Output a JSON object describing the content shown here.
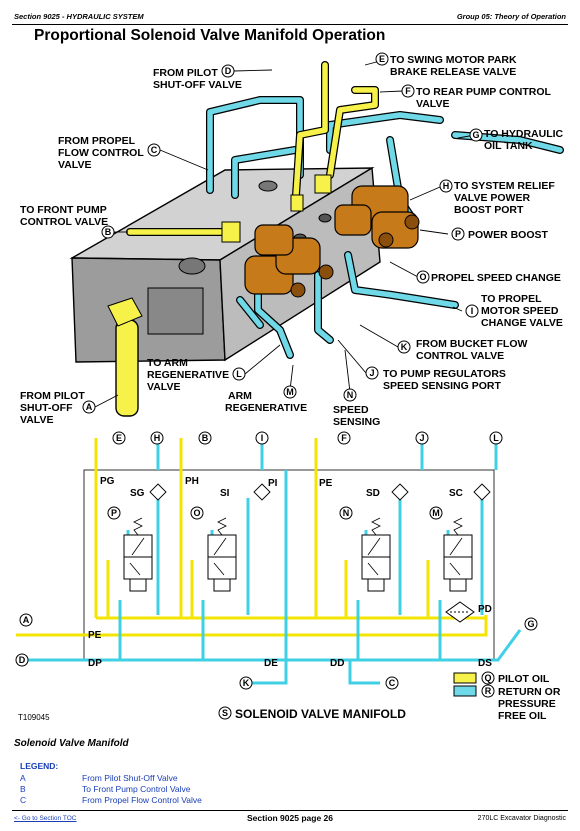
{
  "header": {
    "section": "Section 9025 - HYDRAULIC SYSTEM",
    "group": "Group 05: Theory of Operation"
  },
  "title": "Proportional Solenoid Valve Manifold Operation",
  "callouts": {
    "D": [
      "FROM PILOT",
      "SHUT-OFF VALVE"
    ],
    "E": [
      "TO SWING MOTOR PARK",
      "BRAKE RELEASE VALVE"
    ],
    "F": [
      "TO REAR PUMP CONTROL",
      "VALVE"
    ],
    "C": [
      "FROM PROPEL",
      "FLOW CONTROL",
      "VALVE"
    ],
    "G": [
      "TO HYDRAULIC",
      "OIL TANK"
    ],
    "H": [
      "TO SYSTEM RELIEF",
      "VALVE POWER",
      "BOOST PORT"
    ],
    "B": [
      "TO FRONT PUMP",
      "CONTROL VALVE"
    ],
    "P": [
      "POWER BOOST"
    ],
    "O": [
      "PROPEL SPEED CHANGE"
    ],
    "I": [
      "TO PROPEL",
      "MOTOR SPEED",
      "CHANGE VALVE"
    ],
    "K": [
      "FROM BUCKET FLOW",
      "CONTROL VALVE"
    ],
    "L": [
      "TO ARM",
      "REGENERATIVE",
      "VALVE"
    ],
    "J": [
      "TO PUMP REGULATORS",
      "SPEED SENSING PORT"
    ],
    "A": [
      "FROM PILOT",
      "SHUT-OFF",
      "VALVE"
    ],
    "M": [
      "ARM",
      "REGENERATIVE"
    ],
    "N": [
      "SPEED",
      "SENSING"
    ]
  },
  "schematic": {
    "ports": [
      "PG",
      "PH",
      "PI",
      "PE",
      "PD",
      "PE",
      "DP",
      "DE",
      "DD",
      "DS"
    ],
    "solenoids": [
      "SG",
      "SI",
      "SD",
      "SC"
    ],
    "letters": [
      "A",
      "B",
      "C",
      "D",
      "E",
      "F",
      "G",
      "H",
      "I",
      "J",
      "K",
      "L",
      "M",
      "N",
      "O",
      "P",
      "Q",
      "R",
      "S"
    ]
  },
  "key": {
    "Q": "PILOT OIL",
    "R": [
      "RETURN OR",
      "PRESSURE",
      "FREE OIL"
    ],
    "S": "SOLENOID VALVE MANIFOLD",
    "figure_id": "T109045",
    "pilot_color": "#f7f24a",
    "return_color": "#6fd9e8",
    "solenoid_color": "#c77a1a"
  },
  "caption": "Solenoid Valve Manifold",
  "legend": {
    "title": "LEGEND:",
    "rows": [
      {
        "key": "A",
        "value": "From Pilot Shut-Off Valve"
      },
      {
        "key": "B",
        "value": "To Front Pump Control Valve"
      },
      {
        "key": "C",
        "value": "From Propel Flow Control Valve"
      }
    ]
  },
  "footer": {
    "toc": "<- Go to Section TOC",
    "page": "Section 9025 page 26",
    "doc": "270LC Excavator Diagnostic"
  }
}
